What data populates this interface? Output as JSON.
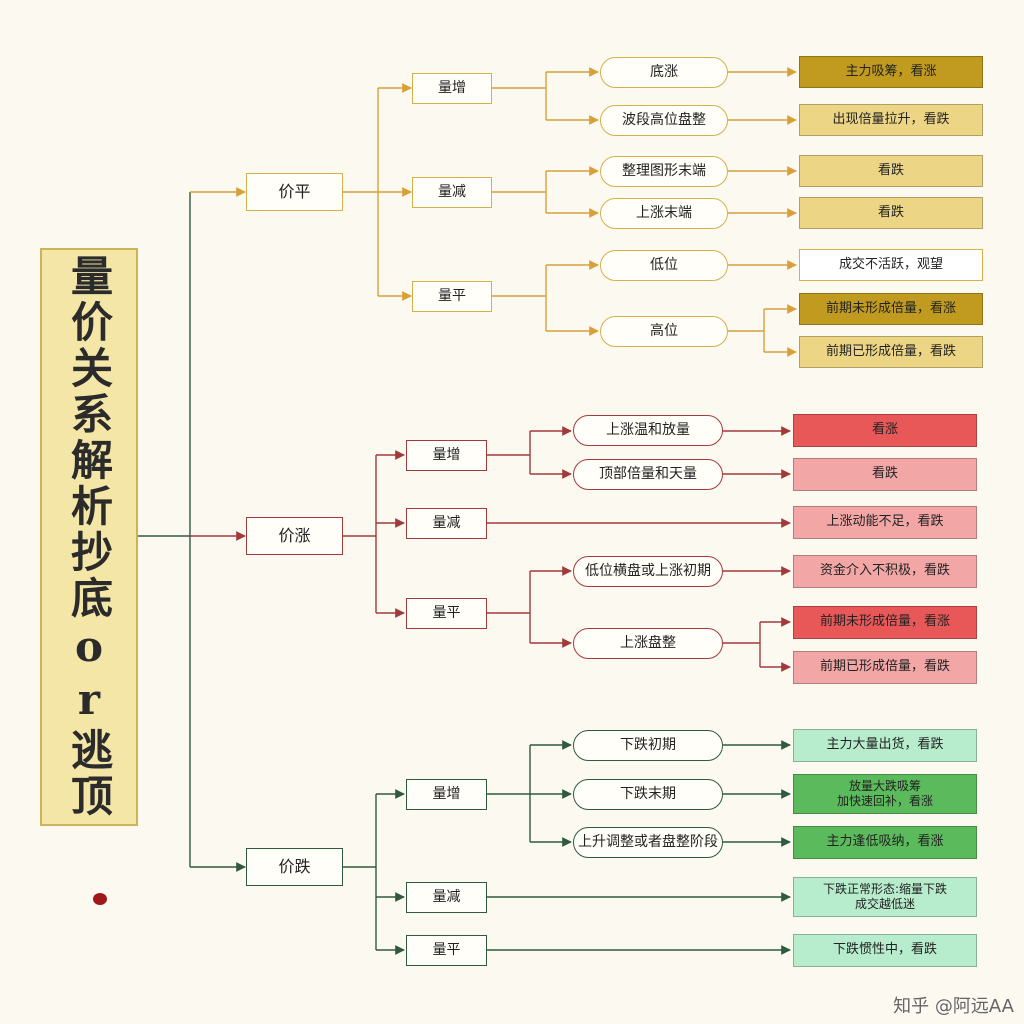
{
  "title": "量价关系解析抄底or逃顶",
  "watermark": "知乎 @阿远AA",
  "colors": {
    "gold": "#d7b04a",
    "red": "#a33a3a",
    "green": "#2f5a3e"
  },
  "level1": {
    "price_flat": "价平",
    "price_up": "价涨",
    "price_down": "价跌"
  },
  "flat": {
    "vol_up": "量增",
    "vol_down": "量减",
    "vol_flat": "量平",
    "cond_bottom_rise": "底涨",
    "cond_high_consolidation": "波段高位盘整",
    "cond_consolidation_end": "整理图形末端",
    "cond_rise_end": "上涨末端",
    "cond_low": "低位",
    "cond_high": "高位",
    "res_main_absorb": "主力吸筹，看涨",
    "res_distribution": "出现倍量拉升，看跌",
    "res_bear1": "看跌",
    "res_bear2": "看跌",
    "res_wait": "成交不活跃，观望",
    "res_not_double_bull": "前期未形成倍量，看涨",
    "res_double_bear": "前期已形成倍量，看跌"
  },
  "up": {
    "vol_up": "量增",
    "vol_down": "量减",
    "vol_flat": "量平",
    "cond_mild_volume": "上涨温和放量",
    "cond_top_huge_volume": "顶部倍量和天量",
    "cond_low_consolidation": "低位横盘或上涨初期",
    "cond_rise_consolidation": "上涨盘整",
    "res_bull": "看涨",
    "res_bear": "看跌",
    "res_weak": "上涨动能不足，看跌",
    "res_cautious": "资金介入不积极，看跌",
    "res_not_double_bull": "前期未形成倍量，看涨",
    "res_double_bear": "前期已形成倍量，看跌"
  },
  "down": {
    "vol_up": "量增",
    "vol_down": "量减",
    "vol_flat": "量平",
    "cond_early_fall": "下跌初期",
    "cond_late_fall": "下跌末期",
    "cond_rise_adjust": "上升调整或者盘整阶段",
    "res_main_sell": "主力大量出货，看跌",
    "res_panic_rebound": "放量大跌吸筹\n加快速回补，看涨",
    "res_low_absorb": "主力逢低吸纳，看涨",
    "res_normal_fall": "下跌正常形态:缩量下跌\n成交越低迷",
    "res_falling": "下跌惯性中，看跌"
  }
}
